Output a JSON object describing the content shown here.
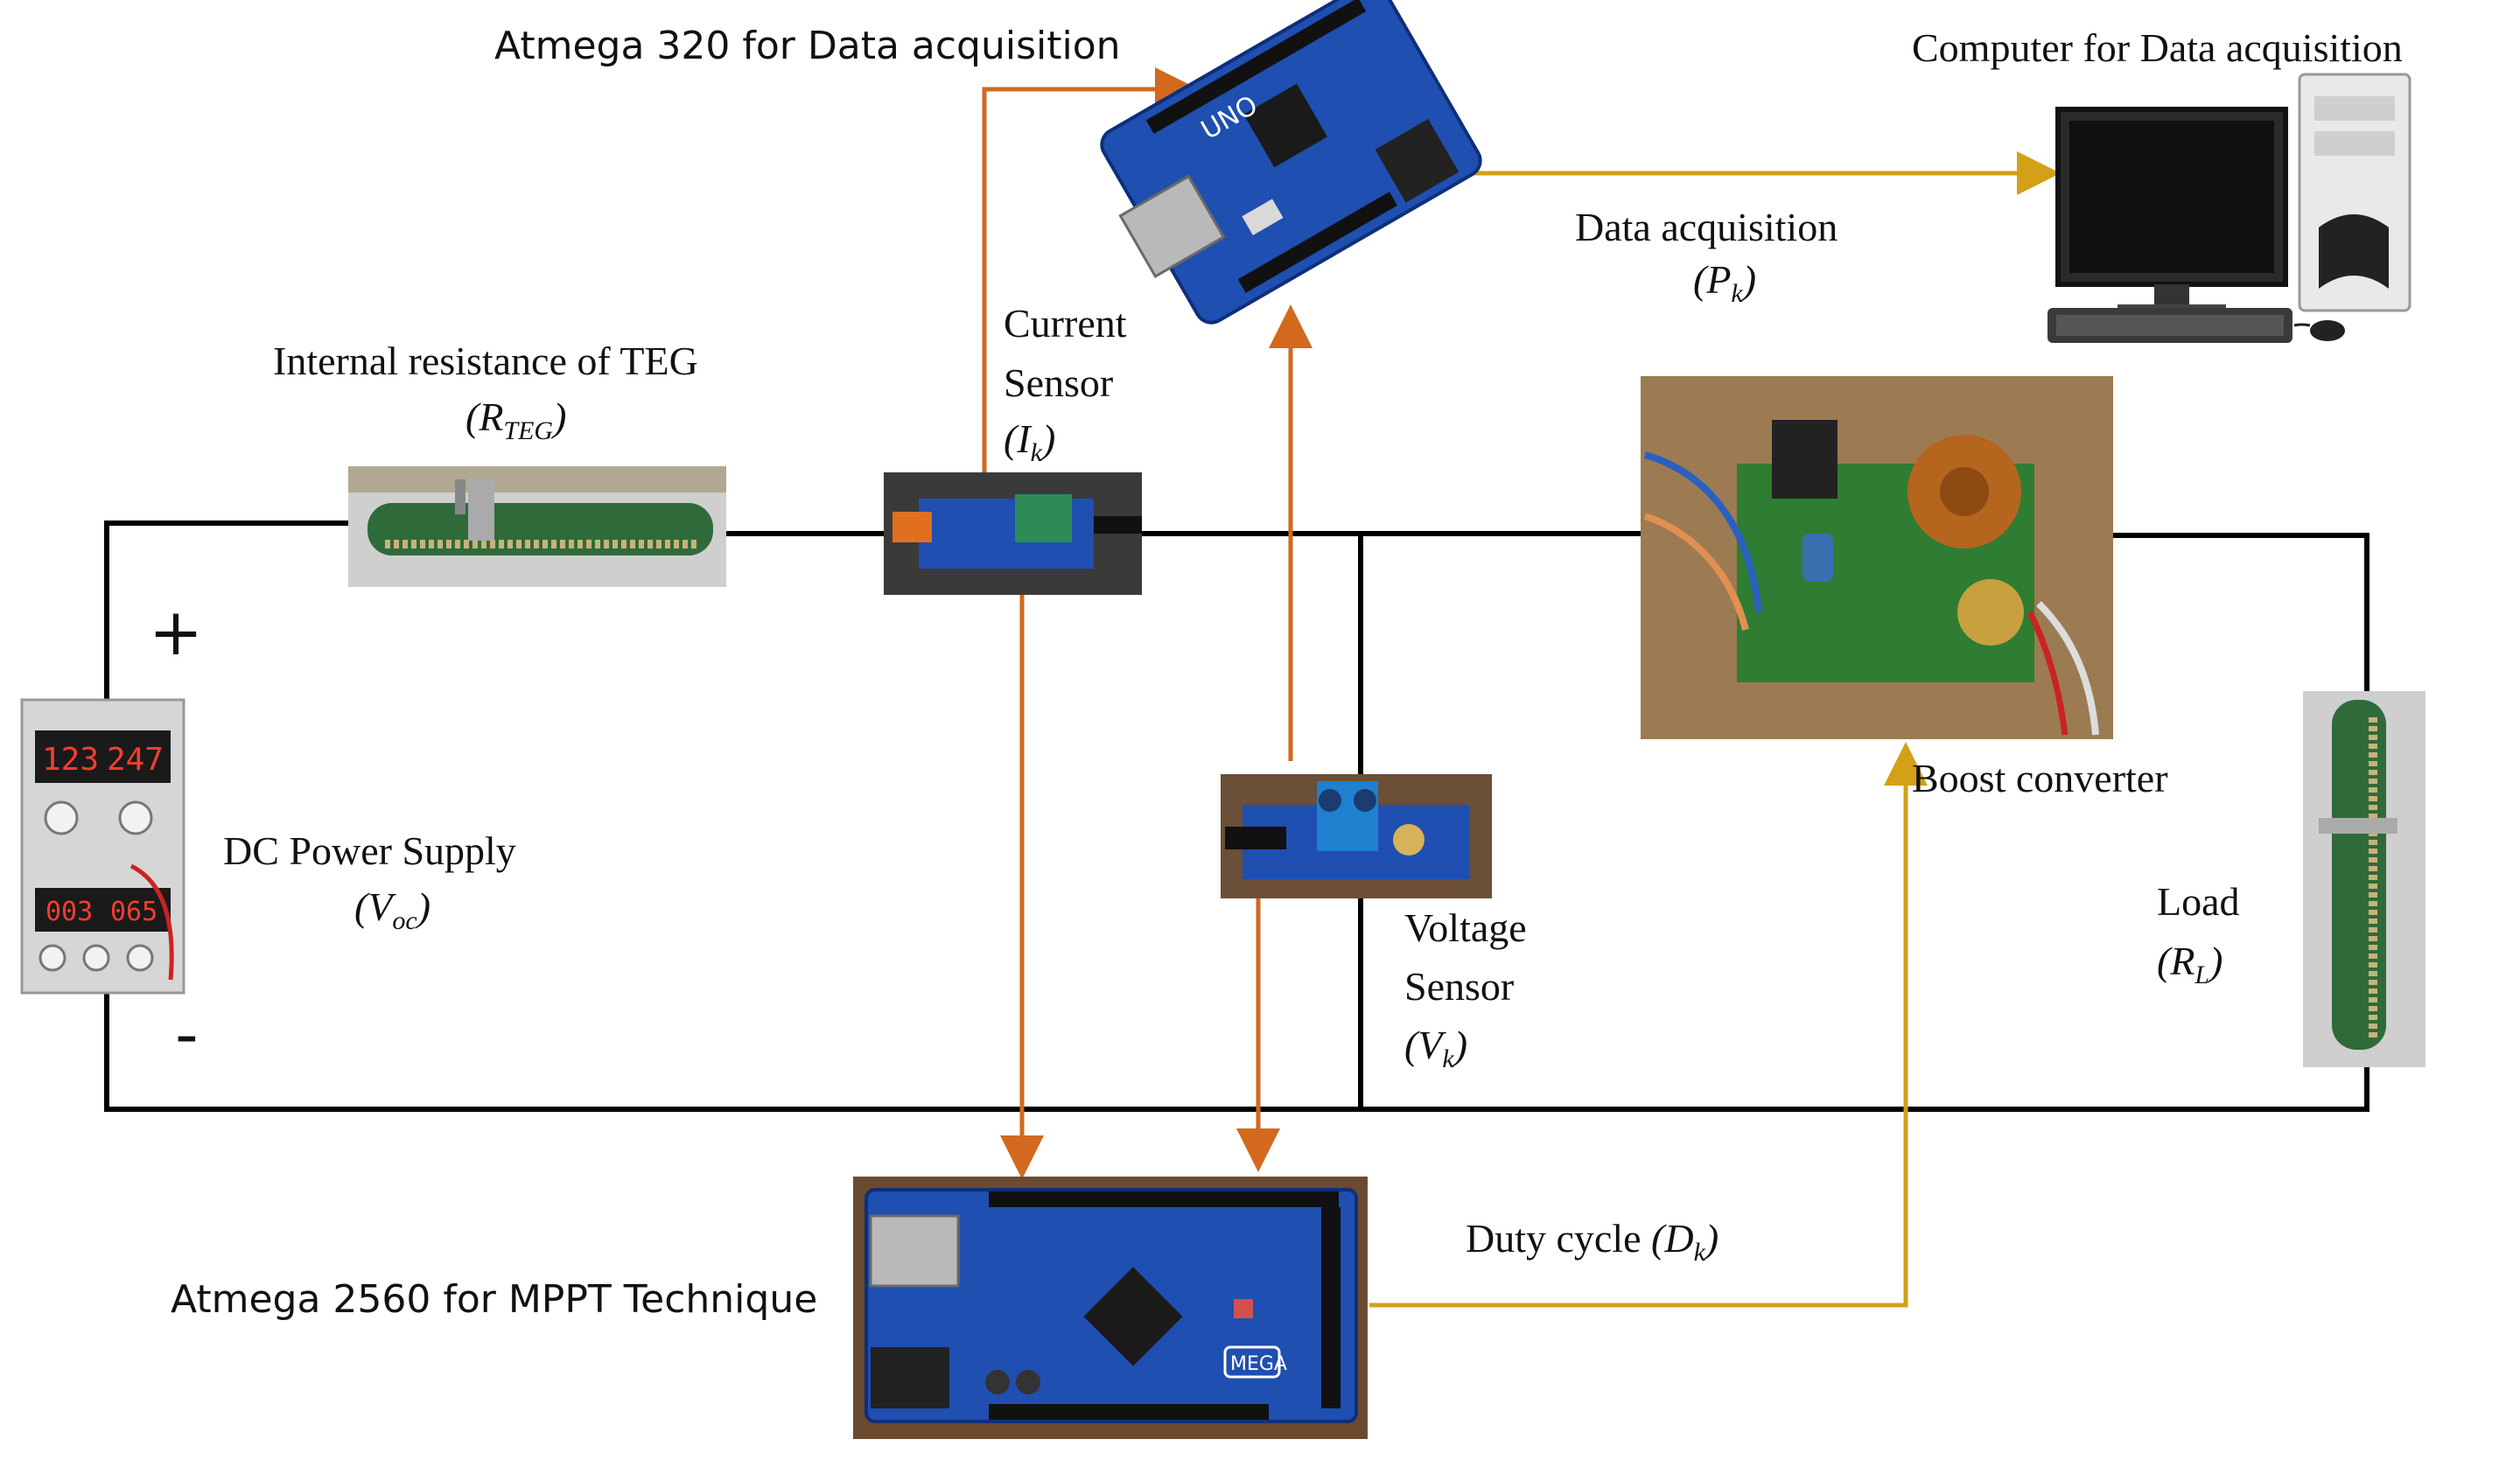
{
  "labels": {
    "atmega320": "Atmega 320 for Data acquisition",
    "computer": "Computer for Data acquisition",
    "data_acq": "Data acquisition",
    "data_acq_sym": "Pk",
    "internal_res": "Internal resistance of TEG",
    "internal_res_sym": "RTEG",
    "current_sensor_1": "Current",
    "current_sensor_2": "Sensor",
    "current_sym": "Ik",
    "boost": "Boost converter",
    "dc_supply": "DC Power Supply",
    "dc_sym": "Voc",
    "voltage_sensor_1": "Voltage",
    "voltage_sensor_2": "Sensor",
    "voltage_sym": "Vk",
    "load": "Load",
    "load_sym": "RL",
    "duty": "Duty cycle",
    "duty_sym": "Dk",
    "atmega2560": "Atmega 2560 for MPPT Technique",
    "plus": "+",
    "minus": "-"
  },
  "psu_display": {
    "top_left": "123",
    "top_right": "247",
    "bottom_left": "003",
    "bottom_right": "065"
  },
  "board_text": {
    "uno": "UNO",
    "mega": "MEGA"
  },
  "colors": {
    "wire": "#000000",
    "sensor_line": "#d2691e",
    "control_line": "#d4a017",
    "board_blue": "#1f4fb0",
    "pcb_green": "#2e7d32",
    "resistor_green": "#2f6b3a"
  }
}
